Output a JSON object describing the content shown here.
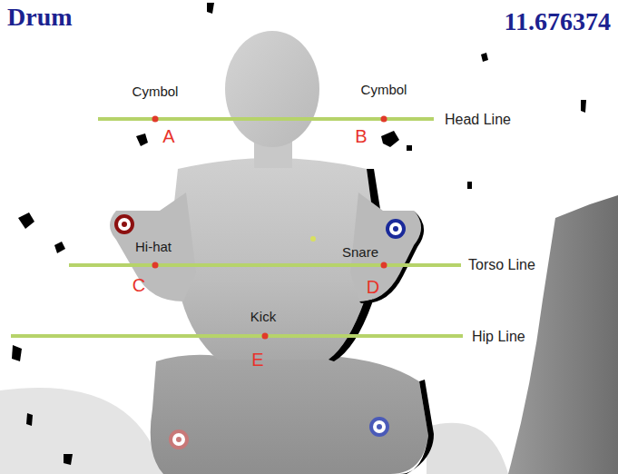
{
  "diagram": {
    "title": "Drum",
    "labels": [
      "11.676374",
      "Cymbol",
      "A",
      "Cymbol",
      "B",
      "Head Line",
      "Hi-hat",
      "C",
      "Snare",
      "D",
      "Torso Line",
      "Kick",
      "E",
      "Hip Line"
    ]
  }
}
